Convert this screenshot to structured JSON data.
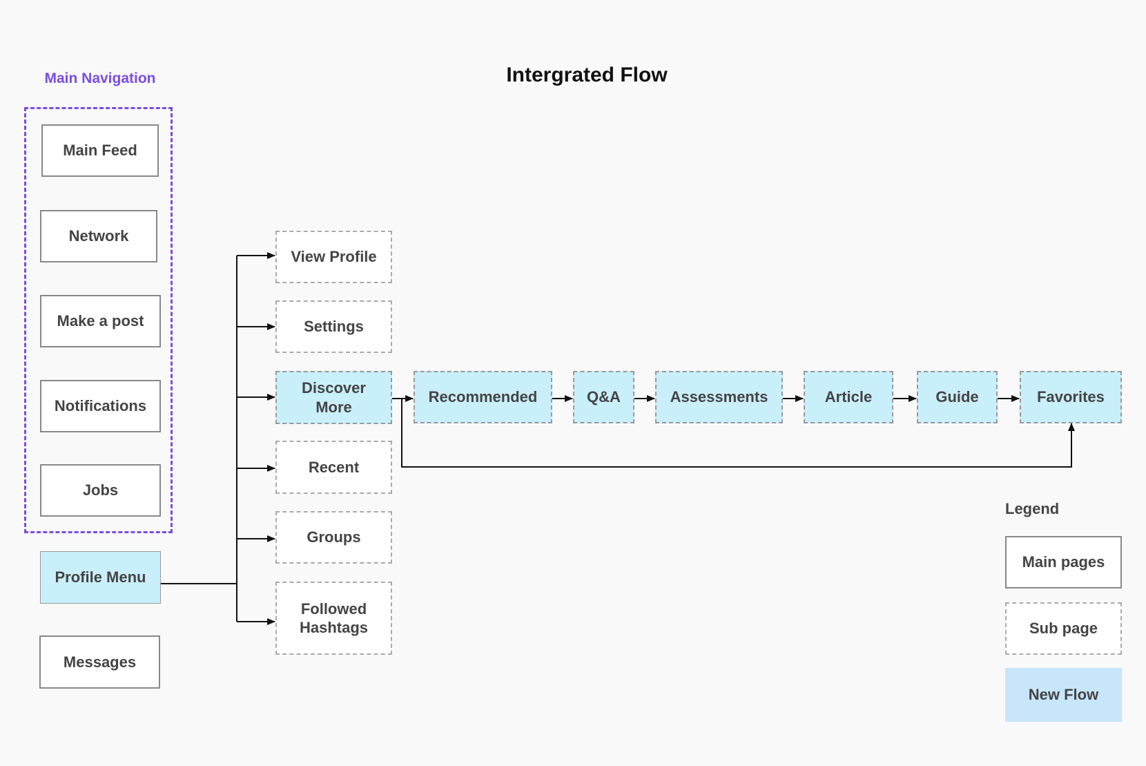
{
  "diagram": {
    "title": "Intergrated Flow",
    "group_label": "Main Navigation",
    "nav_items": [
      "Main Feed",
      "Network",
      "Make a post",
      "Notifications",
      "Jobs"
    ],
    "profile_menu": "Profile Menu",
    "messages": "Messages",
    "sub_pages": [
      "View Profile",
      "Settings",
      "Discover More",
      "Recent",
      "Groups",
      "Followed Hashtags"
    ],
    "discover_flow": [
      "Recommended",
      "Q&A",
      "Assessments",
      "Article",
      "Guide",
      "Favorites"
    ],
    "legend": {
      "title": "Legend",
      "main_pages": "Main pages",
      "sub_page": "Sub page",
      "new_flow": "New Flow"
    }
  },
  "colors": {
    "group_border": "#7a4ce6",
    "new_flow_fill": "#c9effa",
    "legend_new_fill": "#c8e6fa",
    "connector": "#111111"
  }
}
